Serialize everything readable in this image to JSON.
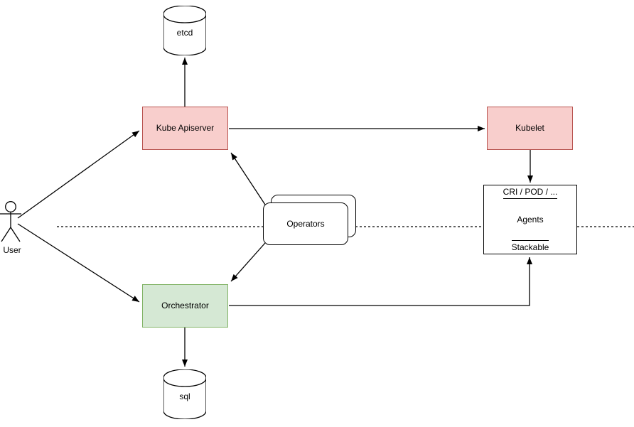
{
  "diagram": {
    "background": "#ffffff",
    "colors": {
      "control_plane_fill": "#F8CECC",
      "control_plane_border": "#B85450",
      "orchestrator_fill": "#D5E8D4",
      "orchestrator_border": "#82B366",
      "neutral_fill": "#FFFFFF",
      "line": "#000000"
    },
    "nodes": {
      "etcd": {
        "label": "etcd",
        "shape": "database-cylinder"
      },
      "kube_apiserver": {
        "label": "Kube Apiserver",
        "shape": "rect"
      },
      "kubelet": {
        "label": "Kubelet",
        "shape": "rect"
      },
      "user": {
        "label": "User",
        "shape": "actor"
      },
      "operators": {
        "label": "Operators",
        "shape": "stacked-rounded-rect"
      },
      "agents": {
        "header": "CRI / POD / ...",
        "label": "Agents",
        "footer": "Stackable",
        "shape": "layered-rect"
      },
      "orchestrator": {
        "label": "Orchestrator",
        "shape": "rect"
      },
      "sql": {
        "label": "sql",
        "shape": "database-cylinder"
      }
    },
    "edges": [
      {
        "from": "kube_apiserver",
        "to": "etcd",
        "style": "solid",
        "arrow": "end"
      },
      {
        "from": "user",
        "to": "kube_apiserver",
        "style": "solid",
        "arrow": "end"
      },
      {
        "from": "user",
        "to": "orchestrator",
        "style": "solid",
        "arrow": "end"
      },
      {
        "from": "kube_apiserver",
        "to": "kubelet",
        "style": "solid",
        "arrow": "end"
      },
      {
        "from": "kubelet",
        "to": "agents",
        "style": "solid",
        "arrow": "end"
      },
      {
        "from": "operators",
        "to": "kube_apiserver",
        "style": "solid",
        "arrow": "end"
      },
      {
        "from": "operators",
        "to": "orchestrator",
        "style": "solid",
        "arrow": "end"
      },
      {
        "from": "orchestrator",
        "to": "agents_stackable",
        "style": "solid",
        "arrow": "end"
      },
      {
        "from": "orchestrator",
        "to": "sql",
        "style": "solid",
        "arrow": "end"
      },
      {
        "name": "plane-boundary",
        "style": "dashed",
        "arrow": "none"
      }
    ]
  }
}
